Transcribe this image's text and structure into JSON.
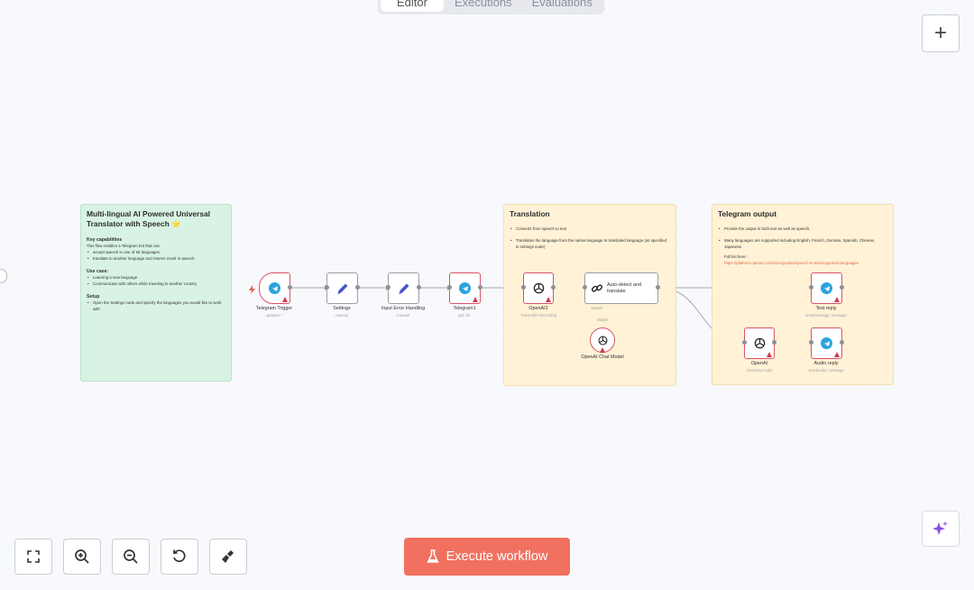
{
  "tabs": [
    "Editor",
    "Executions",
    "Evaluations"
  ],
  "sticky_intro": {
    "title": "Multi-lingual AI Powered Universal Translator with Speech ⭐",
    "sections": [
      {
        "heading": "Key capabilities",
        "text": "This flow enables a Telegram bot that can",
        "items": [
          "accept speech in one of 55 languages",
          "translate to another language and returns result in speech"
        ]
      },
      {
        "heading": "Use case:",
        "text": "",
        "items": [
          "Learning a new language",
          "Communicate with others while traveling to another country"
        ]
      },
      {
        "heading": "Setup",
        "text": "",
        "items": [
          "Open the Settings node and specify the languages you would like to work with"
        ]
      }
    ]
  },
  "sticky_translation": {
    "title": "Translation",
    "items": [
      "Converts from speech to text",
      "Translates the language from the native language to translated language (as specified in settings node)"
    ]
  },
  "sticky_output": {
    "title": "Telegram output",
    "items": [
      "Provide the output in both text as well as speech.",
      "Many languages are supported including English, French, German, Spanish, Chinese, Japanese."
    ],
    "link_prefix": "Full list here:",
    "link": "https://platform.openai.com/docs/guides/speech-to-text/supported-languages"
  },
  "nodes": {
    "telegram_trigger": {
      "label": "Telegram Trigger",
      "sub": "updates: *"
    },
    "settings": {
      "label": "Settings",
      "sub": "manual"
    },
    "input_error": {
      "label": "Input Error Handling",
      "sub": "manual"
    },
    "telegram1": {
      "label": "Telegram1",
      "sub": "get: file"
    },
    "openai2": {
      "label": "OpenAI2",
      "sub": "Transcribe Recording"
    },
    "auto_detect": {
      "label": "Auto-detect and translate",
      "port": "Model*"
    },
    "chat_model": {
      "label": "OpenAI Chat Model",
      "port": "Model"
    },
    "text_reply": {
      "label": "Text reply",
      "sub": "sendMessage: message"
    },
    "openai": {
      "label": "OpenAI",
      "sub": "Generate Audio"
    },
    "audio_reply": {
      "label": "Audio reply",
      "sub": "sendAudio: message"
    }
  },
  "controls": {
    "execute": "Execute workflow"
  },
  "icons": [
    "plus-icon",
    "sparkle-icon",
    "fit-view-icon",
    "zoom-in-icon",
    "zoom-out-icon",
    "reset-icon",
    "tidy-icon",
    "flask-icon",
    "telegram-icon",
    "pencil-icon",
    "openai-icon",
    "link-icon",
    "bolt-icon"
  ],
  "colors": {
    "accent": "#f2705f",
    "sticky_green": "#d8f3e4",
    "sticky_yellow": "#fff2d6",
    "telegram": "#2aa3df",
    "error": "#d6536a"
  }
}
